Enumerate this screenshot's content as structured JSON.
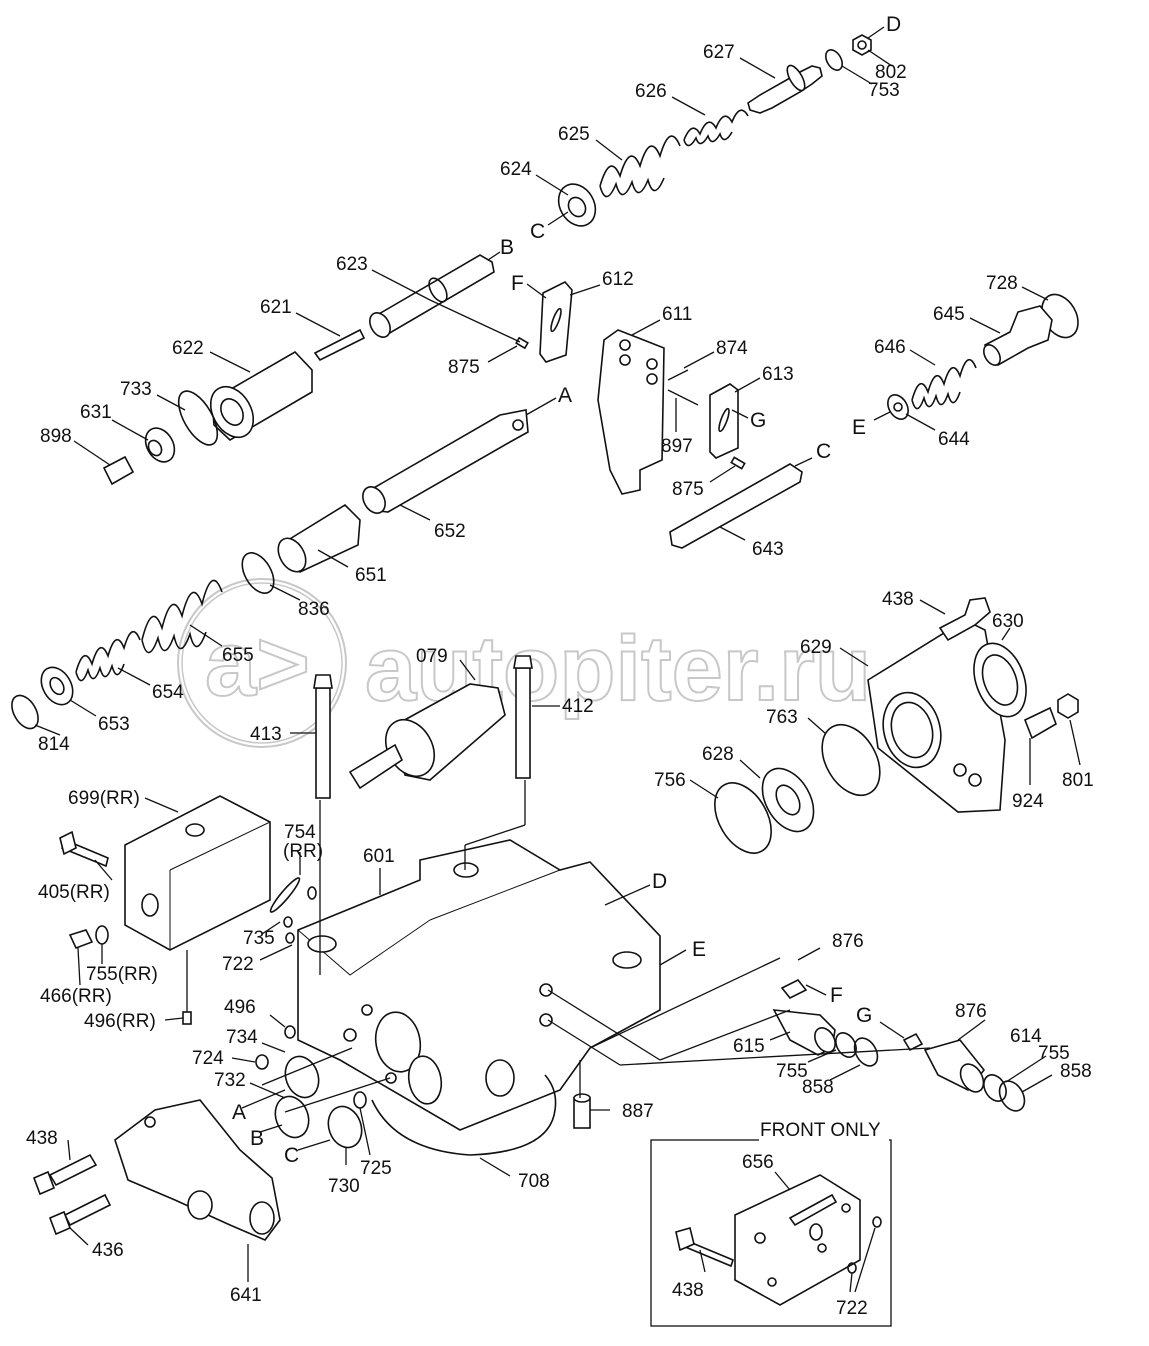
{
  "watermark": {
    "text": "autopiter.ru",
    "logo": "a>"
  },
  "box": {
    "title": "FRONT ONLY"
  },
  "labels": {
    "D_top": "D",
    "p802": "802",
    "p627": "627",
    "p753": "753",
    "p626": "626",
    "p625": "625",
    "p624": "624",
    "C_mid": "C",
    "B_mid": "B",
    "p623": "623",
    "F_mid": "F",
    "p612": "612",
    "p611": "611",
    "p621": "621",
    "p874": "874",
    "p613": "613",
    "G_mid": "G",
    "p622": "622",
    "p875a": "875",
    "A_mid": "A",
    "p733": "733",
    "p631": "631",
    "p898": "898",
    "p897": "897",
    "p875b": "875",
    "C_right": "C",
    "p643": "643",
    "p652": "652",
    "p651": "651",
    "p728": "728",
    "p645": "645",
    "p646": "646",
    "E_mid": "E",
    "p644": "644",
    "p836": "836",
    "p655": "655",
    "p654": "654",
    "p653": "653",
    "p814": "814",
    "p079": "079",
    "p412": "412",
    "p413": "413",
    "p438a": "438",
    "p630": "630",
    "p629": "629",
    "p763": "763",
    "p628": "628",
    "p756": "756",
    "p924": "924",
    "p801": "801",
    "p699": "699(RR)",
    "p754": "754",
    "p754rr": "(RR)",
    "p405": "405(RR)",
    "p601": "601",
    "D_body": "D",
    "p735": "735",
    "p722a": "722",
    "E_body": "E",
    "p876a": "876",
    "p755rr": "755(RR)",
    "p466": "466(RR)",
    "F_low": "F",
    "p496rr": "496(RR)",
    "p496": "496",
    "G_low": "G",
    "p876b": "876",
    "p734": "734",
    "p724": "724",
    "p615": "615",
    "p614": "614",
    "p755a": "755",
    "p858a": "858",
    "p755b": "755",
    "p858b": "858",
    "p732": "732",
    "A_low": "A",
    "p887": "887",
    "B_low": "B",
    "C_low": "C",
    "p438b": "438",
    "p725": "725",
    "p730": "730",
    "p708": "708",
    "p656": "656",
    "p436": "436",
    "p641": "641",
    "p438c": "438",
    "p722b": "722"
  }
}
